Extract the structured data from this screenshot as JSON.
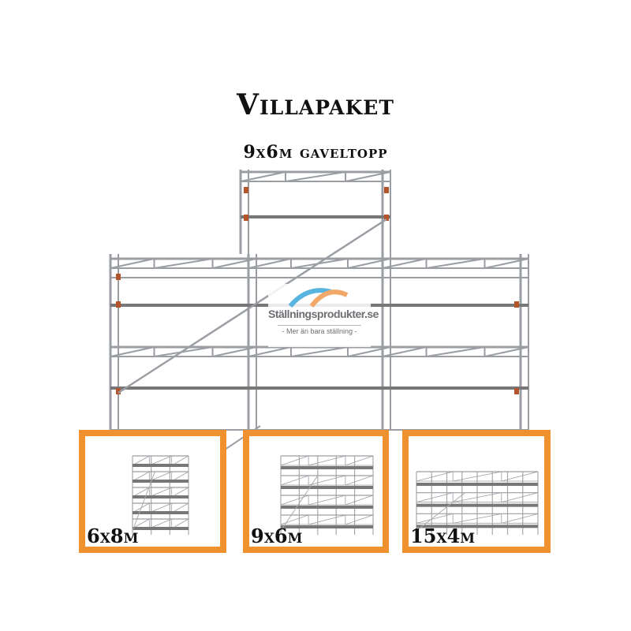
{
  "title": "Villapaket",
  "subtitle": "9x6m gaveltopp",
  "logo": {
    "name": "Ställningsprodukter.se",
    "tagline": "- Mer än bara ställning -"
  },
  "packages": [
    {
      "label": "6x8m"
    },
    {
      "label": "9x6m"
    },
    {
      "label": "15x4m"
    }
  ],
  "colors": {
    "accent": "#f0912f",
    "frame": "#9a9ea3",
    "text": "#111111"
  }
}
